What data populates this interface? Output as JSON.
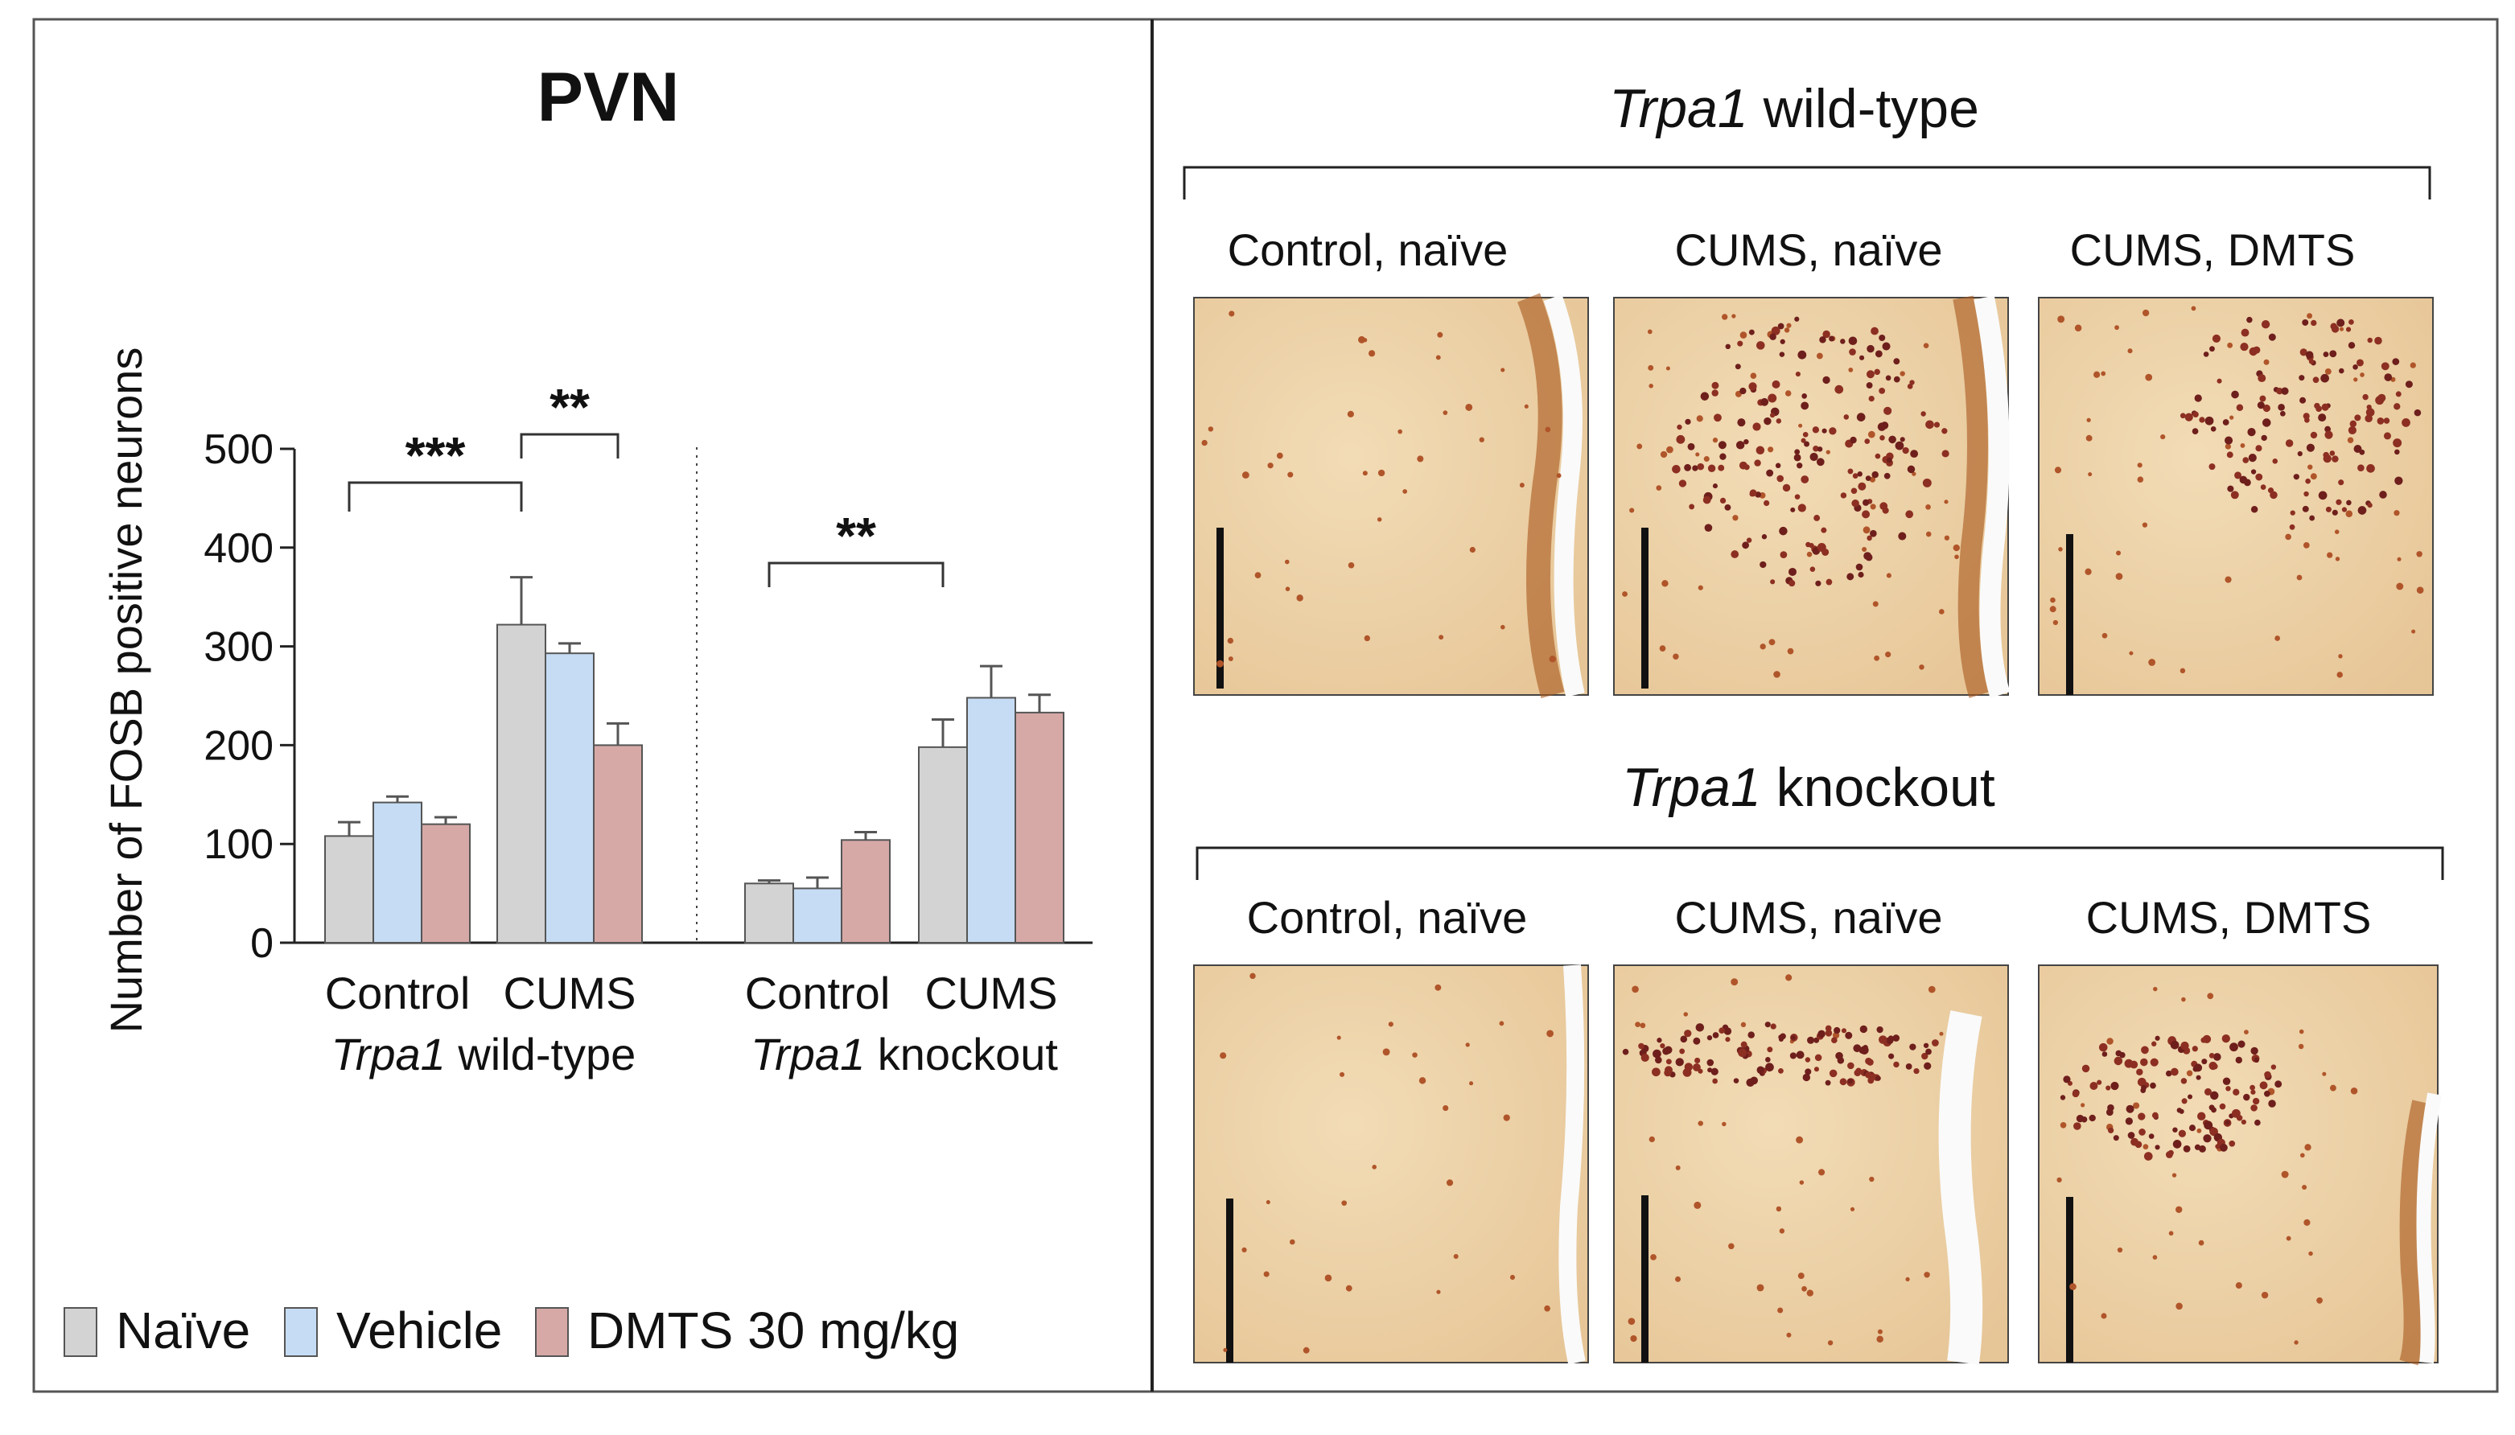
{
  "chart_data": {
    "type": "bar",
    "title": "PVN",
    "ylabel": "Number of FOSB positive neurons",
    "ylim": [
      0,
      500
    ],
    "yticks": [
      0,
      100,
      200,
      300,
      400,
      500
    ],
    "groups": [
      {
        "strain_prefix": "Trpa1",
        "strain_suffix": " wild-type",
        "categories": [
          "Control",
          "CUMS"
        ]
      },
      {
        "strain_prefix": "Trpa1",
        "strain_suffix": " knockout",
        "categories": [
          "Control",
          "CUMS"
        ]
      }
    ],
    "series": [
      {
        "name": "Naïve",
        "color": "#d3d3d3",
        "values": [
          108,
          322,
          60,
          198
        ],
        "errors": [
          14,
          48,
          3,
          28
        ]
      },
      {
        "name": "Vehicle",
        "color": "#c6dcf4",
        "values": [
          142,
          293,
          55,
          248
        ],
        "errors": [
          6,
          10,
          11,
          32
        ]
      },
      {
        "name": "DMTS 30 mg/kg",
        "color": "#d6a9a7",
        "values": [
          120,
          200,
          104,
          233
        ],
        "errors": [
          7,
          22,
          8,
          18
        ]
      }
    ],
    "significance": [
      {
        "label": "***"
      },
      {
        "label": "**"
      },
      {
        "label": "**"
      }
    ],
    "legend_position": "bottom"
  },
  "micrographs": {
    "wildtype": {
      "title_prefix": "Trpa1",
      "title_suffix": " wild-type",
      "panels": [
        "Control, naïve",
        "CUMS, naïve",
        "CUMS, DMTS"
      ]
    },
    "knockout": {
      "title_prefix": "Trpa1",
      "title_suffix": " knockout",
      "panels": [
        "Control, naïve",
        "CUMS, naïve",
        "CUMS, DMTS"
      ]
    }
  }
}
